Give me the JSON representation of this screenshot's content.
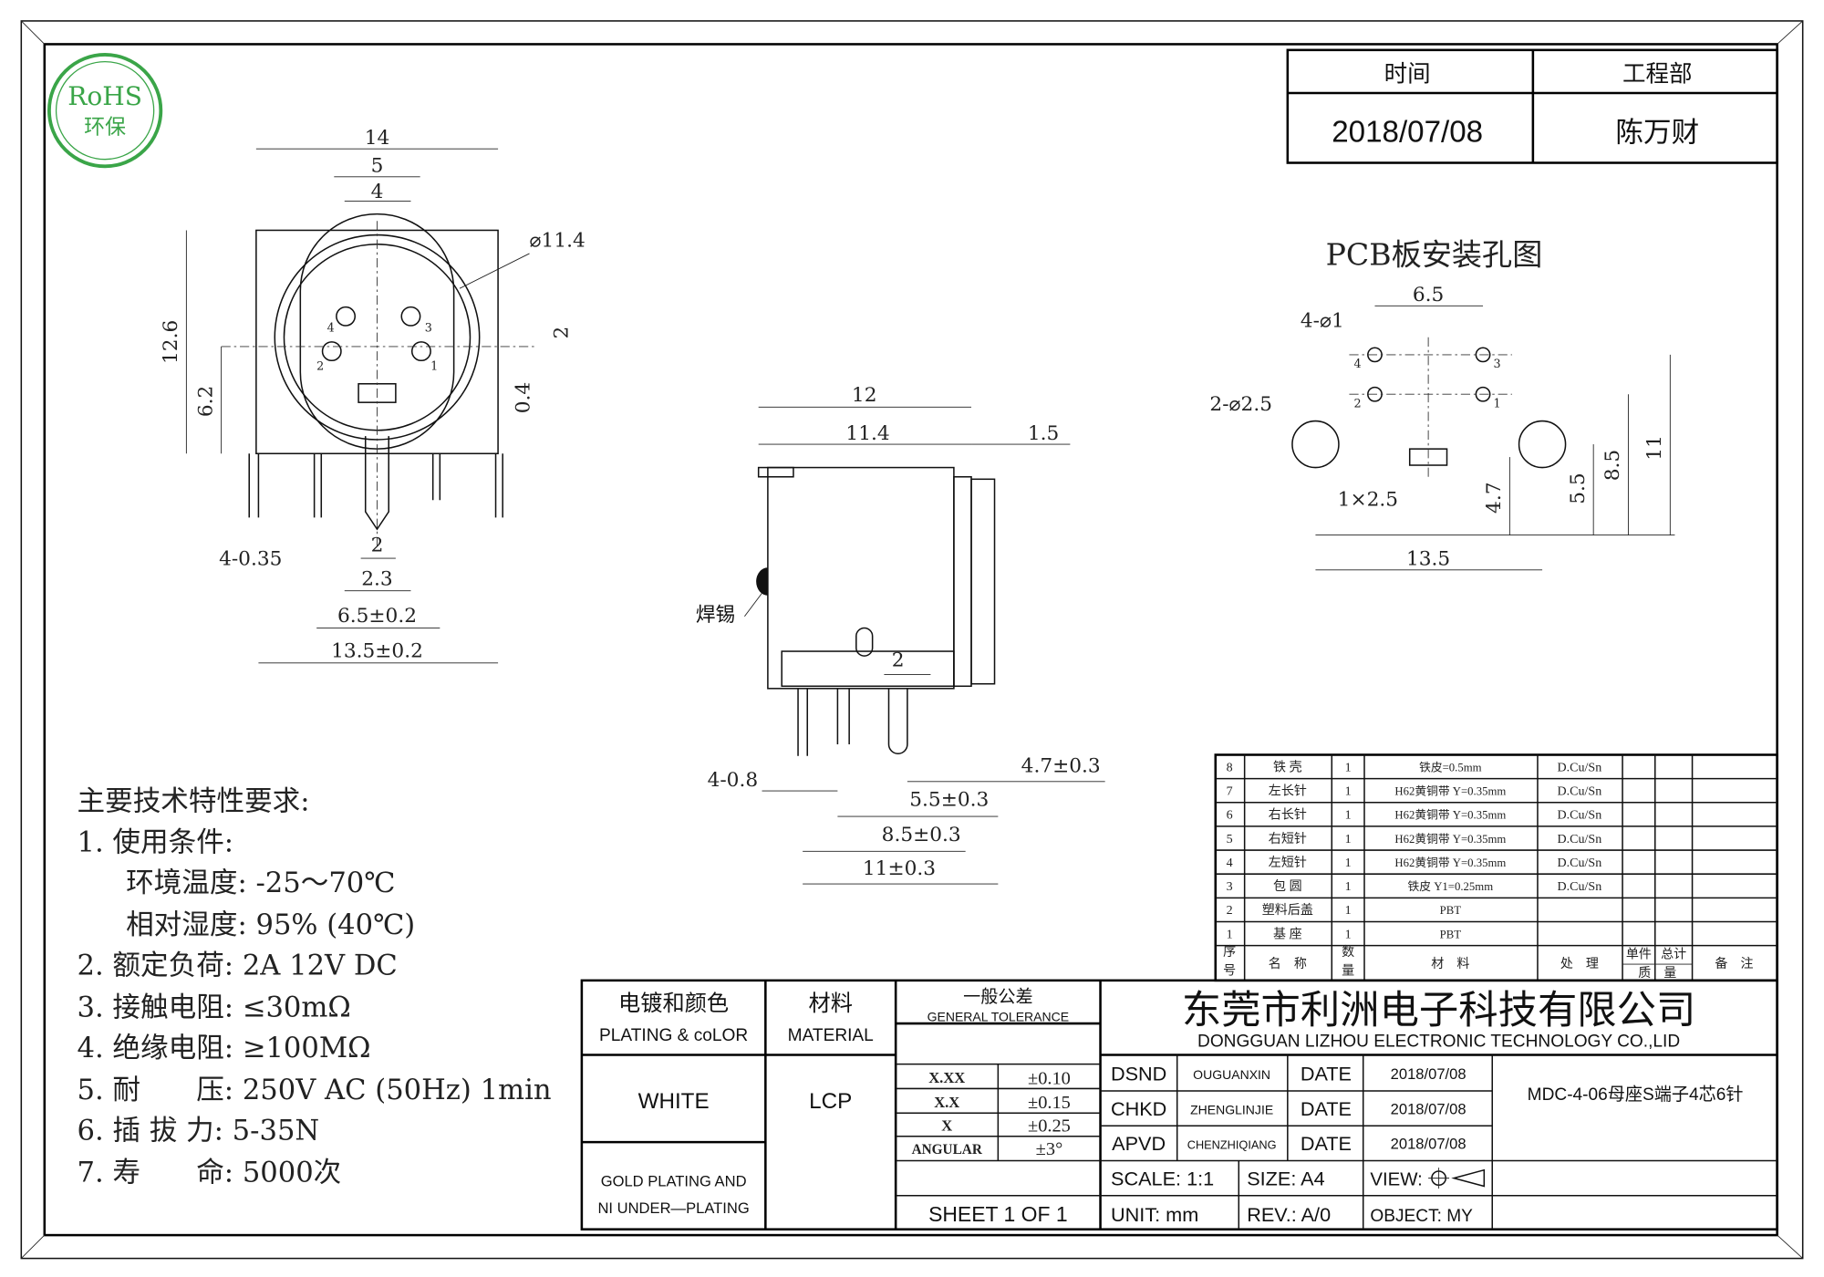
{
  "logo": {
    "line1": "RoHS",
    "line2": "环保",
    "color": "#3aa548"
  },
  "approval": {
    "col1_header": "时间",
    "col2_header": "工程部",
    "date": "2018/07/08",
    "person": "陈万财"
  },
  "pcb_title": "PCB板安装孔图",
  "dims": {
    "front": [
      "14",
      "5",
      "4",
      "⌀11.4",
      "12.6",
      "6.2",
      "2",
      "0.4",
      "2",
      "2.3",
      "4-0.35",
      "6.5±0.2",
      "13.5±0.2"
    ],
    "side": [
      "12",
      "11.4",
      "1.5",
      "焊锡",
      "2",
      "4-0.8",
      "4.7±0.3",
      "5.5±0.3",
      "8.5±0.3",
      "11±0.3"
    ],
    "pcb": [
      "6.5",
      "4-⌀1",
      "2-⌀2.5",
      "1×2.5",
      "4.7",
      "5.5",
      "8.5",
      "11",
      "13.5"
    ],
    "pins": [
      "4",
      "3",
      "2",
      "1"
    ]
  },
  "specs": {
    "title": "主要技术特性要求:",
    "lines": [
      "1. 使用条件:",
      "环境温度: -25～70℃",
      "相对湿度: 95% (40℃)",
      "2. 额定负荷: 2A 12V DC",
      "3. 接触电阻: ≤30mΩ",
      "4. 绝缘电阻: ≥100MΩ",
      "5. 耐　　压: 250V AC (50Hz) 1min",
      "6. 插 拔 力: 5-35N",
      "7. 寿　　命: 5000次"
    ]
  },
  "bom": {
    "rows": [
      [
        "8",
        "铁 壳",
        "1",
        "铁皮=0.5mm",
        "D.Cu/Sn"
      ],
      [
        "7",
        "左长针",
        "1",
        "H62黄铜带 Y=0.35mm",
        "D.Cu/Sn"
      ],
      [
        "6",
        "右长针",
        "1",
        "H62黄铜带 Y=0.35mm",
        "D.Cu/Sn"
      ],
      [
        "5",
        "右短针",
        "1",
        "H62黄铜带 Y=0.35mm",
        "D.Cu/Sn"
      ],
      [
        "4",
        "左短针",
        "1",
        "H62黄铜带 Y=0.35mm",
        "D.Cu/Sn"
      ],
      [
        "3",
        "包 圆",
        "1",
        "铁皮 Y1=0.25mm",
        "D.Cu/Sn"
      ],
      [
        "2",
        "塑料后盖",
        "1",
        "PBT",
        ""
      ],
      [
        "1",
        "基 座",
        "1",
        "PBT",
        ""
      ]
    ],
    "headers": {
      "no1": "序",
      "no2": "号",
      "name": "名　称",
      "qty1": "数",
      "qty2": "量",
      "material": "材　料",
      "treatment": "处　理",
      "unit": "单件",
      "total": "总计",
      "mass": "质　量",
      "remark": "备　注"
    }
  },
  "title_block": {
    "plating_cn": "电镀和颜色",
    "plating_en": "PLATING & coLOR",
    "material_cn": "材料",
    "material_en": "MATERIAL",
    "tol_cn": "一般公差",
    "tol_en": "GENERAL TOLERANCE",
    "color_value": "WHITE",
    "material_value": "LCP",
    "plating_value1": "GOLD PLATING AND",
    "plating_value2": "NI UNDER—PLATING",
    "tolerances": [
      [
        "X.XX",
        "±0.10"
      ],
      [
        "X.X",
        "±0.15"
      ],
      [
        "X",
        "±0.25"
      ],
      [
        "ANGULAR",
        "±3°"
      ]
    ],
    "sheet": "SHEET 1 OF 1",
    "company_cn": "东莞市利洲电子科技有限公司",
    "company_en": "DONGGUAN LIZHOU ELECTRONIC TECHNOLOGY CO.,LID",
    "sign": [
      [
        "DSND",
        "OUGUANXIN",
        "DATE",
        "2018/07/08"
      ],
      [
        "CHKD",
        "ZHENGLINJIE",
        "DATE",
        "2018/07/08"
      ],
      [
        "APVD",
        "CHENZHIQIANG",
        "DATE",
        "2018/07/08"
      ]
    ],
    "part_name": "MDC-4-06母座S端子4芯6针",
    "scale": "SCALE: 1:1",
    "size": "SIZE: A4",
    "view": "VIEW:",
    "unit": "UNIT: mm",
    "rev": "REV.: A/0",
    "object": "OBJECT: MY"
  }
}
